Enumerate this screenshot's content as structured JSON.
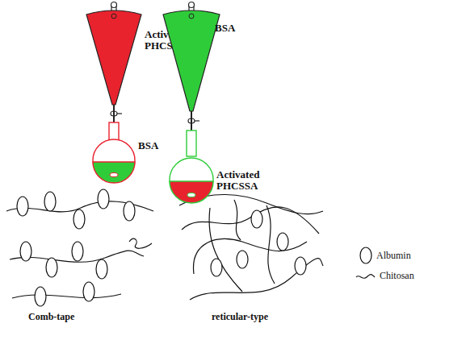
{
  "diagram": {
    "nodes": [
      {
        "text": [
          "Activated PHCSSA"
        ]
      },
      {
        "text": [
          "BSA"
        ]
      },
      {
        "text": [
          "BSA"
        ]
      },
      {
        "text": [
          "Activated PHCSSA"
        ]
      }
    ],
    "edges": [
      {
        "from": 0,
        "to": 1,
        "arrow": "none"
      },
      {
        "from": 2,
        "to": 3,
        "arrow": "none"
      }
    ],
    "labels": [
      "Comb-tape",
      "reticular-type"
    ],
    "legend": [
      {
        "text": "Albumin"
      },
      {
        "text": "Chitosan"
      }
    ]
  }
}
